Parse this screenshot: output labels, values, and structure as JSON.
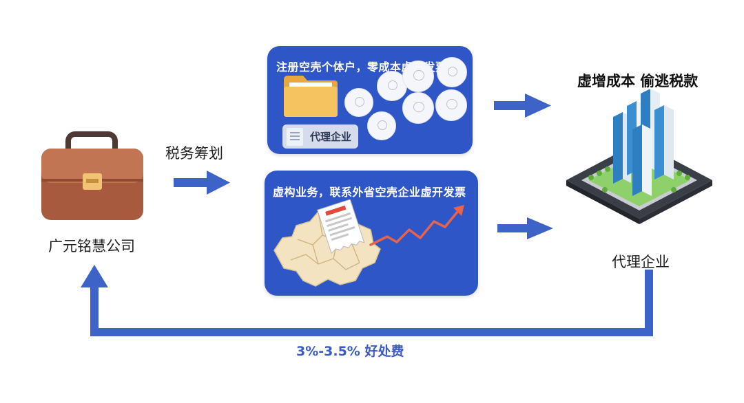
{
  "company": {
    "label": "广元铭慧公司",
    "icon": "briefcase-icon"
  },
  "step_label": "税务筹划",
  "panel_top": {
    "title": "注册空壳个体户，零成本虚开发票",
    "card_label": "代理企业",
    "icons": [
      "folder-icon",
      "person-circle-icon",
      "document-icon"
    ]
  },
  "panel_bottom": {
    "title": "虚构业务，联系外省空壳企业虚开发票",
    "icons": [
      "map-icon",
      "invoice-icon",
      "trend-arrow-icon"
    ]
  },
  "right": {
    "headline": "虚增成本 偷逃税款",
    "label": "代理企业",
    "icon": "buildings-icon"
  },
  "bottom": {
    "label": "3%-3.5%  好处费"
  },
  "colors": {
    "accent_blue": "#2f56c7",
    "arrow_blue": "#3d63c9",
    "briefcase": "#b9684a",
    "folder": "#f5c45e"
  }
}
